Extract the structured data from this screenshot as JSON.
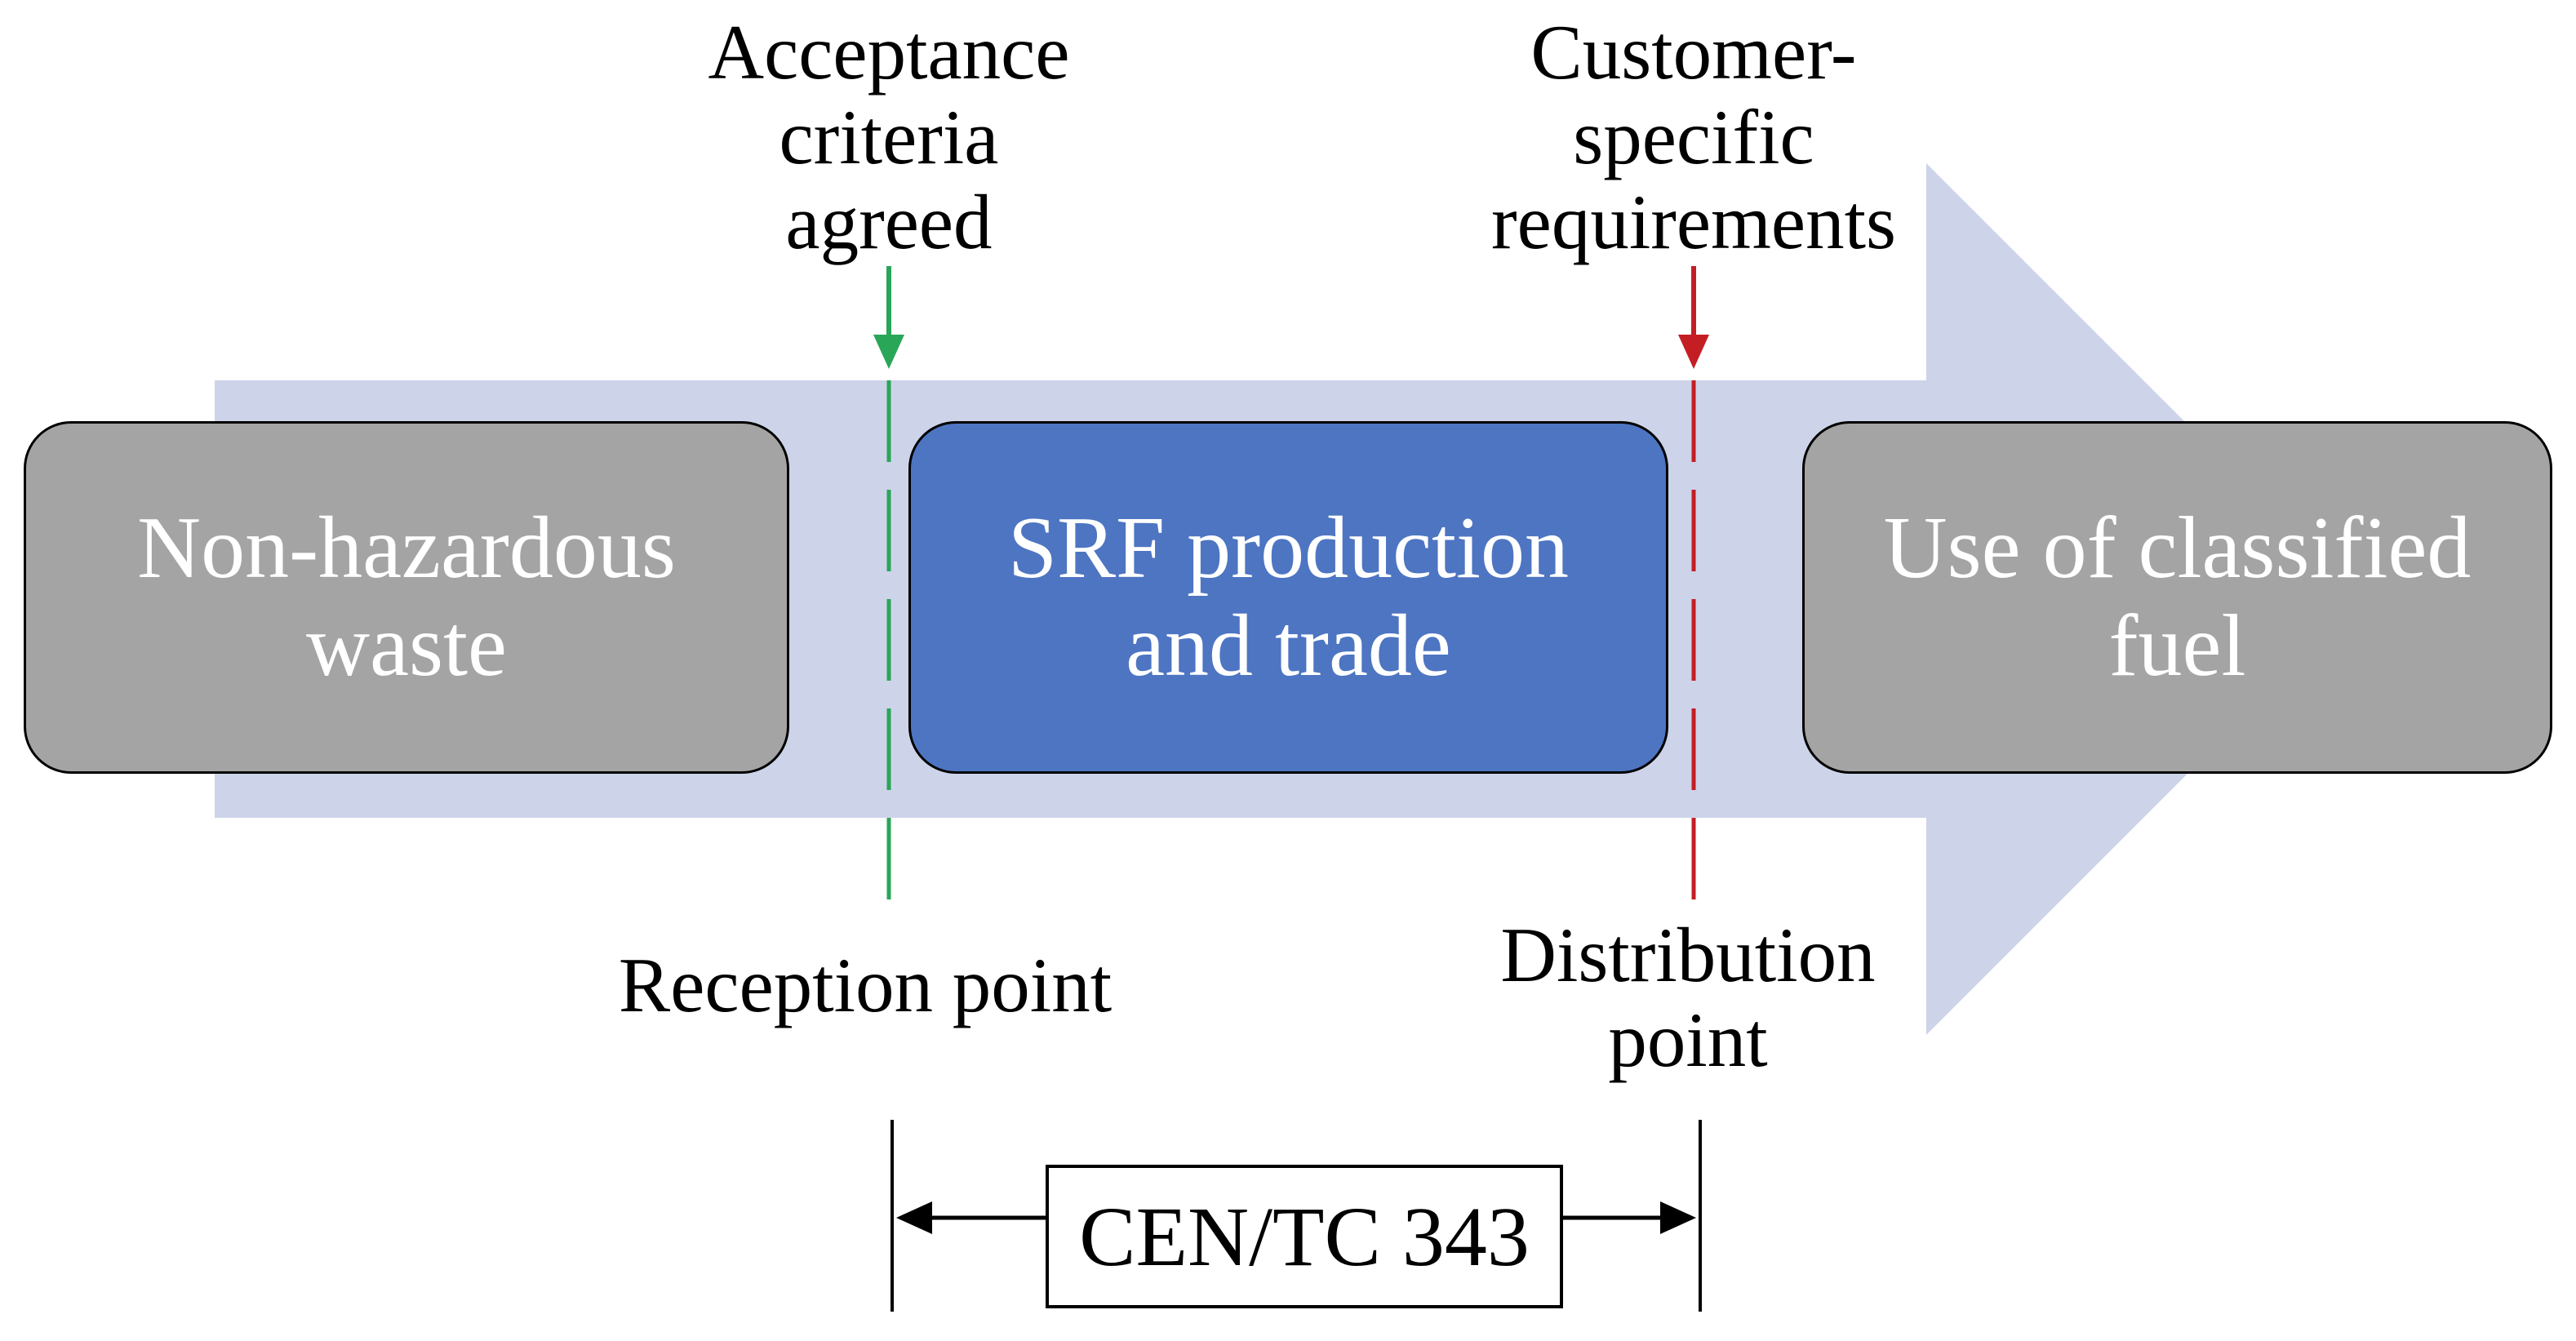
{
  "labels": {
    "acceptance_criteria": "Acceptance\ncriteria\nagreed",
    "customer_requirements": "Customer-\nspecific\nrequirements",
    "reception_point": "Reception point",
    "distribution_point": "Distribution\npoint",
    "cen_tc": "CEN/TC 343"
  },
  "boxes": [
    {
      "id": "non-hazardous-waste",
      "label": "Non-hazardous\nwaste",
      "fill": "#a4a4a4",
      "text_color": "#ffffff"
    },
    {
      "id": "srf-production-and-trade",
      "label": "SRF production\nand trade",
      "fill": "#4d75c2",
      "text_color": "#ffffff"
    },
    {
      "id": "use-of-classified-fuel",
      "label": "Use of classified\nfuel",
      "fill": "#a4a4a4",
      "text_color": "#ffffff"
    }
  ],
  "colors": {
    "flow_arrow": "#cdd4e9",
    "acceptance_marker": "#29a658",
    "customer_marker": "#c41e24",
    "scope_marker": "#000000",
    "box_border": "#000000"
  }
}
